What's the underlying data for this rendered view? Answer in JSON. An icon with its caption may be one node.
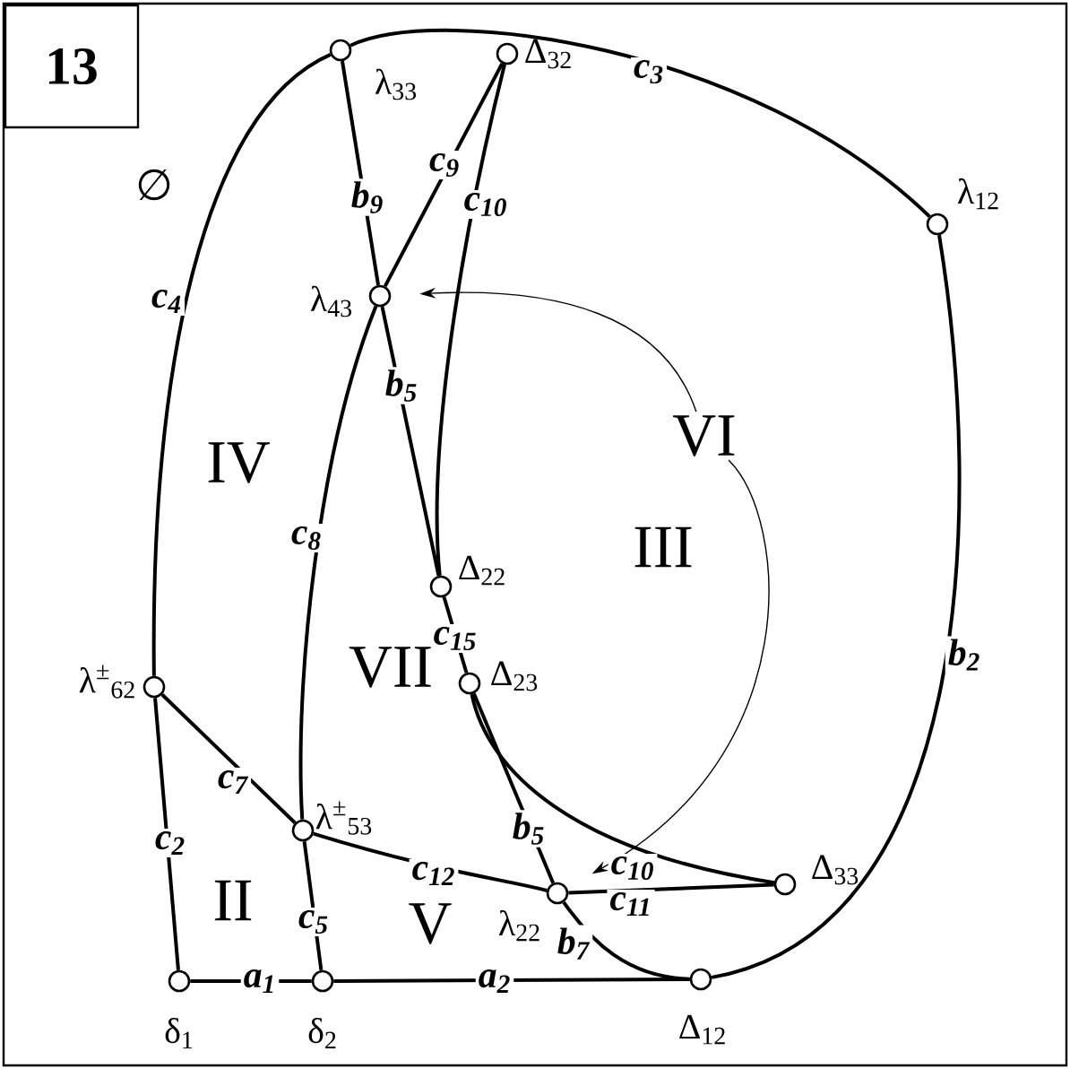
{
  "diagram": {
    "nodes": [
      {
        "text": [
          "13"
        ]
      },
      {
        "text": [
          "λ$_{33}$"
        ]
      },
      {
        "text": [
          "Δ$_{32}$"
        ]
      },
      {
        "text": [
          "λ$_{12}$"
        ]
      },
      {
        "text": [
          "λ$_{43}$"
        ]
      },
      {
        "text": [
          "VI"
        ]
      },
      {
        "text": [
          "Δ$_{22}$"
        ]
      },
      {
        "text": [
          "Δ$_{23}$"
        ]
      },
      {
        "text": [
          "λ$^{±}$$_{62}$"
        ]
      },
      {
        "text": [
          "λ$^{±}$$_{53}$"
        ]
      },
      {
        "text": [
          "λ$_{22}$"
        ]
      },
      {
        "text": [
          "Δ$_{33}$"
        ]
      },
      {
        "text": [
          "δ$_{1}$"
        ]
      },
      {
        "text": [
          "δ$_{2}$"
        ]
      },
      {
        "text": [
          "Δ$_{12}$"
        ]
      }
    ],
    "edges": [
      {
        "from": 8,
        "to": 1,
        "arrow": "none",
        "label": "c$_{4}$"
      },
      {
        "from": 1,
        "to": 3,
        "arrow": "none",
        "label": "c$_{3}$"
      },
      {
        "from": 3,
        "to": 14,
        "arrow": "none",
        "label": "b$_{2}$"
      },
      {
        "from": 1,
        "to": 4,
        "arrow": "none",
        "label": "b$_{9}$"
      },
      {
        "from": 2,
        "to": 4,
        "arrow": "none",
        "label": "c$_{9}$"
      },
      {
        "from": 2,
        "to": 6,
        "arrow": "none",
        "label": "c$_{10}$"
      },
      {
        "from": 4,
        "to": 6,
        "arrow": "none",
        "label": "b$_{5}$"
      },
      {
        "from": 4,
        "to": 9,
        "arrow": "none",
        "label": "c$_{8}$"
      },
      {
        "from": 6,
        "to": 7,
        "arrow": "none",
        "label": "c$_{15}$"
      },
      {
        "from": 7,
        "to": 10,
        "arrow": "none",
        "label": "b$_{5}$"
      },
      {
        "from": 7,
        "to": 11,
        "arrow": "none",
        "label": "c$_{10}$"
      },
      {
        "from": 8,
        "to": 9,
        "arrow": "none",
        "label": "c$_{7}$"
      },
      {
        "from": 9,
        "to": 10,
        "arrow": "none",
        "label": "c$_{12}$"
      },
      {
        "from": 10,
        "to": 11,
        "arrow": "none",
        "label": "c$_{11}$"
      },
      {
        "from": 10,
        "to": 14,
        "arrow": "none",
        "label": "b$_{7}$"
      },
      {
        "from": 8,
        "to": 12,
        "arrow": "none",
        "label": "c$_{2}$"
      },
      {
        "from": 12,
        "to": 13,
        "arrow": "none",
        "label": "a$_{1}$"
      },
      {
        "from": 13,
        "to": 14,
        "arrow": "none",
        "label": "a$_{2}$"
      },
      {
        "from": 9,
        "to": 13,
        "arrow": "none",
        "label": "c$_{5}$"
      },
      {
        "from": 5,
        "to": 4,
        "arrow": "to"
      },
      {
        "from": 5,
        "to": 10,
        "arrow": "to"
      }
    ],
    "labels": [
      "∅",
      "IV",
      "III",
      "VII",
      "II",
      "V"
    ]
  }
}
